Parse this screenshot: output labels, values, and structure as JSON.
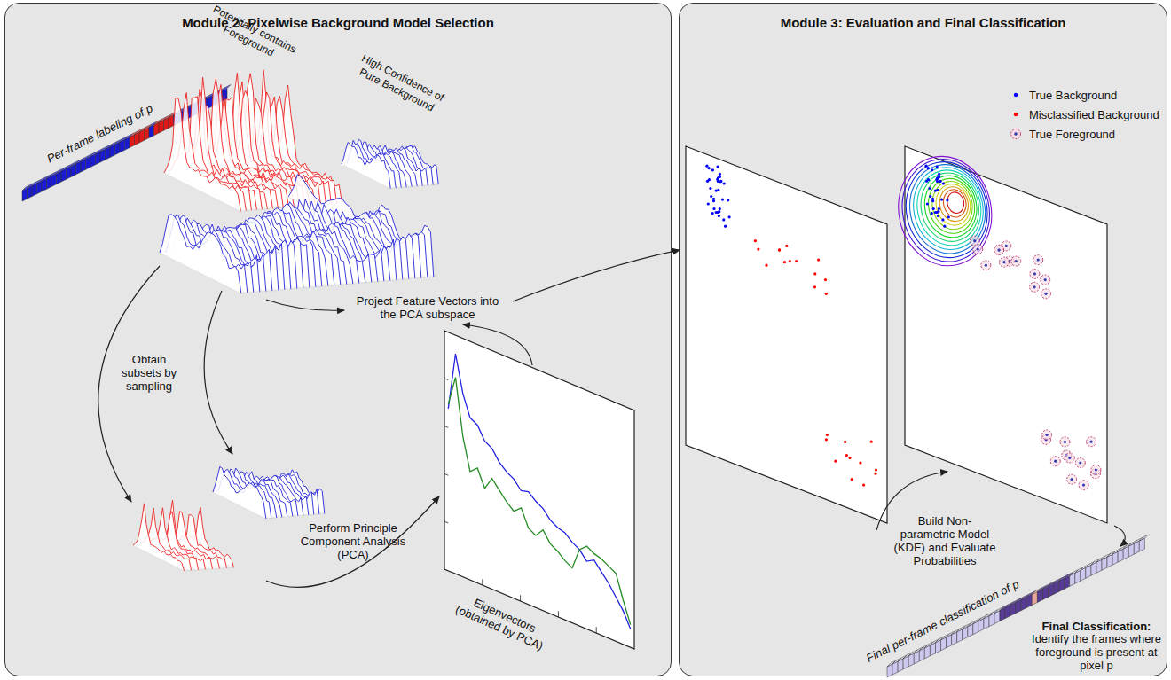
{
  "diagram": {
    "nodes": [
      {
        "text": [
          "Module 2: Pixelwise Background Model Selection"
        ]
      },
      {
        "text": [
          "Eigenvectors (obtained by PCA)"
        ],
        "in": 0
      },
      {
        "text": [
          "Module 3: Evaluation and Final Classification"
        ]
      }
    ],
    "labels": [
      "Per-frame labeling of p",
      "Potentially contains Foreground",
      "High Confidence of Pure Background",
      "Project Feature Vectors into the PCA subspace",
      "Obtain subsets by sampling",
      "Perform Principle Component Analysis (PCA)",
      "Build Non-parametric Model (KDE) and Evaluate Probabilities",
      "Final per-frame classification of p",
      "Final Classification:",
      "Identify the frames where foreground is present at pixel p"
    ],
    "legend": [
      {
        "text": "True Background",
        "color": "#0000ff"
      },
      {
        "text": "Misclassified Background",
        "color": "#ff0000"
      },
      {
        "text": "True Foreground"
      }
    ]
  }
}
